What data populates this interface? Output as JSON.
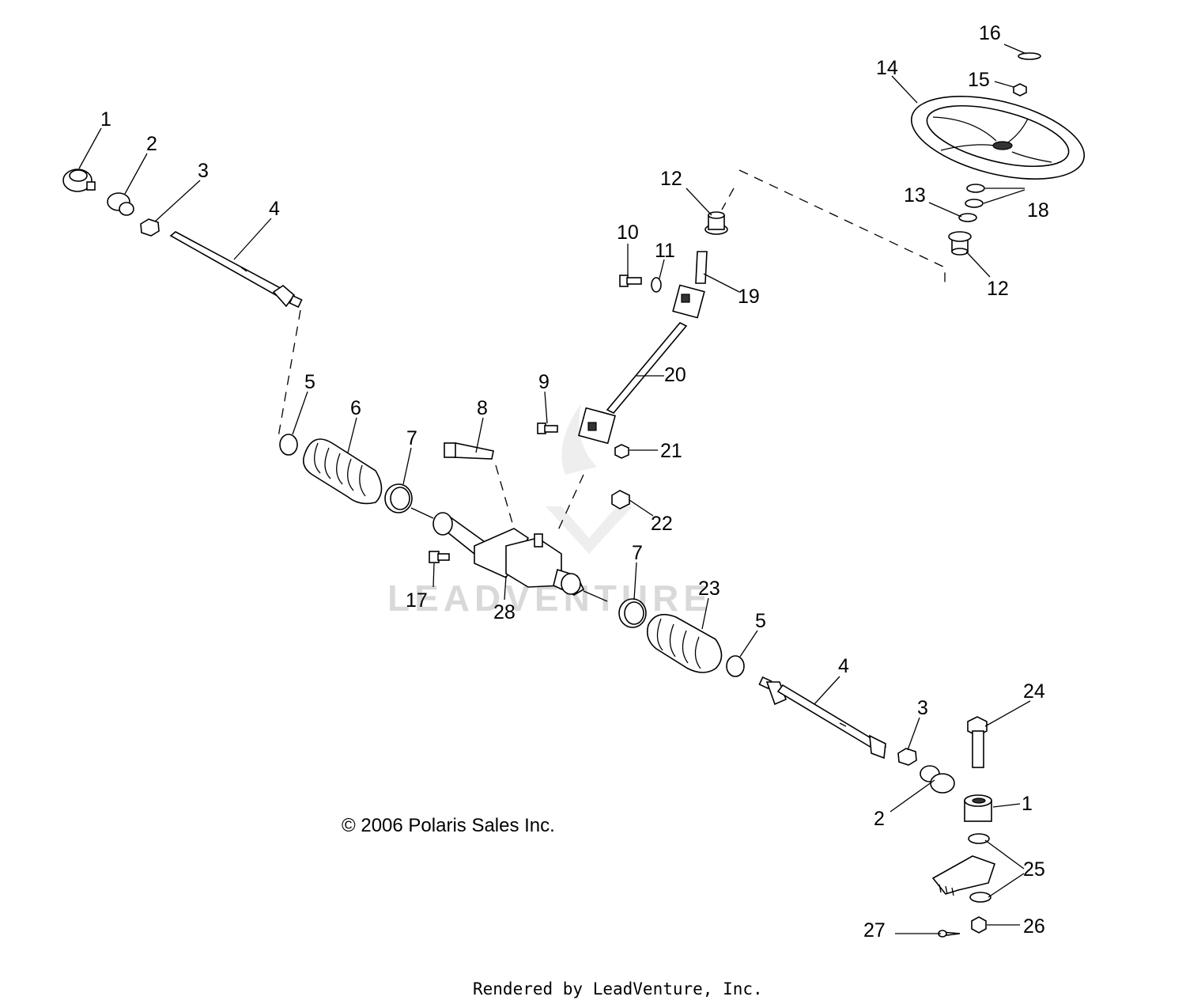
{
  "watermark": {
    "text": "LEADVENTURE"
  },
  "copyright": "© 2006 Polaris Sales Inc.",
  "footer": "Rendered by LeadVenture, Inc.",
  "callouts": {
    "c1a": "1",
    "c1b": "1",
    "c2a": "2",
    "c2b": "2",
    "c3a": "3",
    "c3b": "3",
    "c4a": "4",
    "c4b": "4",
    "c5a": "5",
    "c5b": "5",
    "c6": "6",
    "c7a": "7",
    "c7b": "7",
    "c8": "8",
    "c9": "9",
    "c10": "10",
    "c11": "11",
    "c12a": "12",
    "c12b": "12",
    "c13": "13",
    "c14": "14",
    "c15": "15",
    "c16": "16",
    "c17": "17",
    "c18": "18",
    "c19": "19",
    "c20": "20",
    "c21": "21",
    "c22": "22",
    "c23": "23",
    "c24": "24",
    "c25": "25",
    "c26": "26",
    "c27": "27",
    "c28": "28"
  }
}
